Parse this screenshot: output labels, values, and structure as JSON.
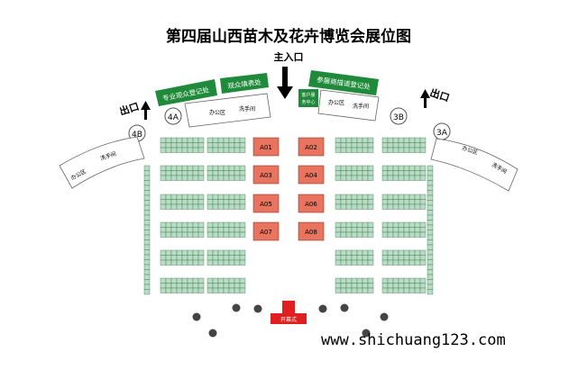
{
  "title": "第四届山西苗木及花卉博览会展位图",
  "main_entrance": "主入口",
  "exits": {
    "left": "出口",
    "right": "出口"
  },
  "halls": {
    "h4b": "4B",
    "h4a": "4A",
    "h3b": "3B",
    "h3a": "3A"
  },
  "signs": {
    "pro_visitor": "专业观众登记处",
    "visitor_form": "观众填表处",
    "exhibitor_channel": "参展商描道登记处",
    "service_center": "客户服务中心"
  },
  "rooms": {
    "office": "办公区",
    "washroom": "洗手间"
  },
  "booths": [
    "A01",
    "A02",
    "A03",
    "A04",
    "A05",
    "A06",
    "A07",
    "A08"
  ],
  "stage": "开幕式",
  "watermark": "www.shichuang123.com",
  "colors": {
    "sign_green": "#1f8a3a",
    "booth_red": "#e8735e",
    "stall_green": "#b9dcc4",
    "hall_circle": "#555555"
  }
}
